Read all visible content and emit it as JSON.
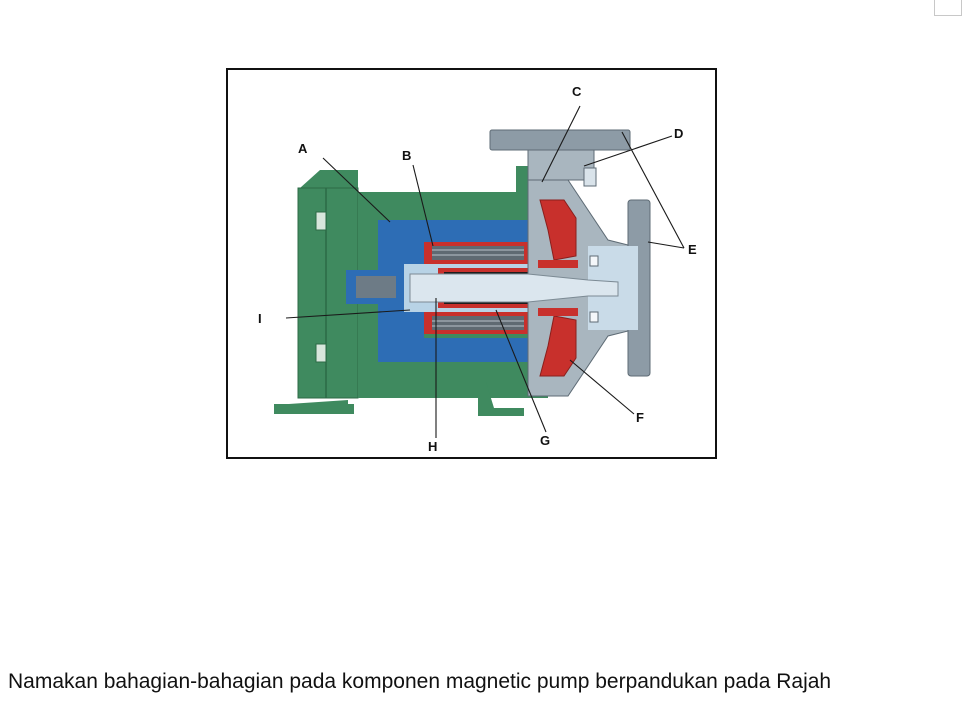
{
  "diagram": {
    "labels": {
      "a": "A",
      "b": "B",
      "c": "C",
      "d": "D",
      "e": "E",
      "f": "F",
      "g": "G",
      "h": "H",
      "i": "I"
    },
    "colors": {
      "housing_green": "#3f8a5f",
      "housing_dark": "#2c6a46",
      "bearing_blue": "#2d6db5",
      "light_blue": "#b8d3e6",
      "casing_grey": "#8d9ba6",
      "magnet_red": "#c8302c",
      "coil_grey": "#5f6a72",
      "core_black": "#1d1d1d"
    }
  },
  "question": {
    "text": "Namakan bahagian-bahagian pada komponen magnetic pump berpandukan pada Rajah"
  }
}
